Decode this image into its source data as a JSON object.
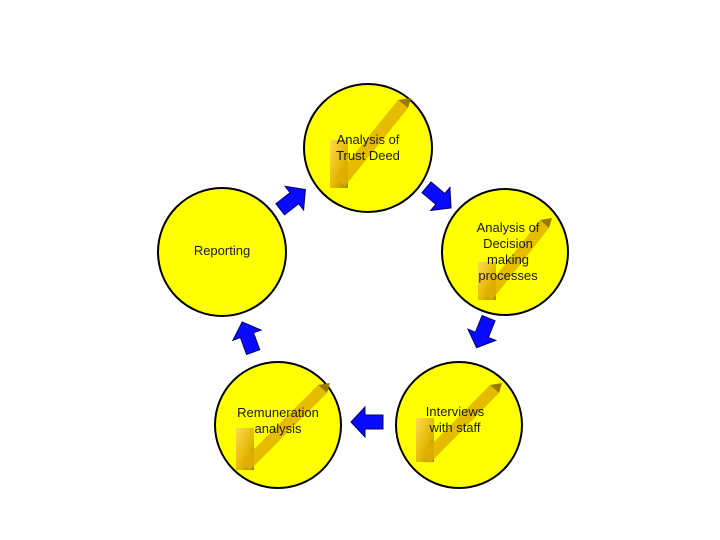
{
  "colors": {
    "circle_fill": "#ffff00",
    "circle_stroke": "#000000",
    "arrow_fill": "#0a0aff",
    "arrow_stroke": "#000066",
    "pencil_gold": "#e0b000",
    "pencil_light": "#ffd45a",
    "pencil_shadow": "#9a7a00"
  },
  "nodes": [
    {
      "id": "trust-deed",
      "label": "Analysis of\nTrust Deed",
      "icon": "pencil-icon"
    },
    {
      "id": "decision-making",
      "label": "Analysis of\nDecision\nmaking\nprocesses",
      "icon": "pencil-icon"
    },
    {
      "id": "interviews",
      "label": "Interviews\nwith staff",
      "icon": "pencil-icon"
    },
    {
      "id": "remuneration",
      "label": "Remuneration\nanalysis",
      "icon": "pencil-icon"
    },
    {
      "id": "reporting",
      "label": "Reporting",
      "icon": ""
    }
  ],
  "arrows": [
    {
      "from": "trust-deed",
      "to": "decision-making",
      "icon": "arrow-right-down-icon"
    },
    {
      "from": "decision-making",
      "to": "interviews",
      "icon": "arrow-down-left-icon"
    },
    {
      "from": "interviews",
      "to": "remuneration",
      "icon": "arrow-left-icon"
    },
    {
      "from": "remuneration",
      "to": "reporting",
      "icon": "arrow-up-left-icon"
    },
    {
      "from": "reporting",
      "to": "trust-deed",
      "icon": "arrow-up-right-icon"
    }
  ]
}
